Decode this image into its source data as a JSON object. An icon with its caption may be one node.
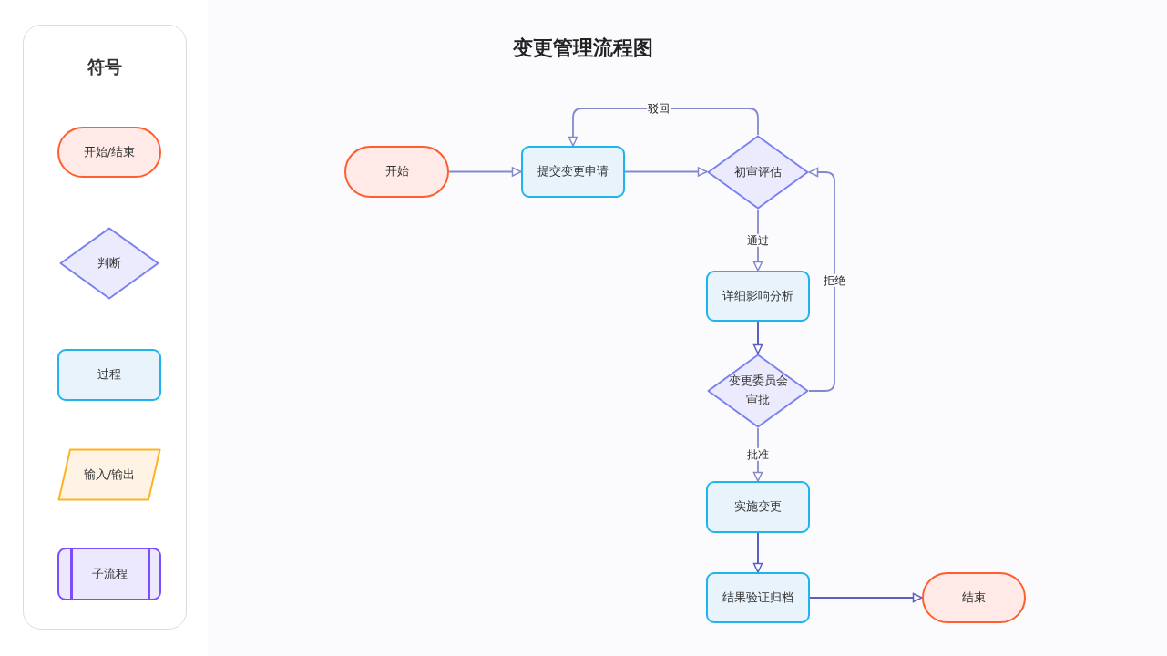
{
  "diagram": {
    "title": "变更管理流程图",
    "nodes": [
      {
        "text": [
          "符号"
        ]
      },
      {
        "text": [
          "开始/结束"
        ],
        "in": 0
      },
      {
        "text": [
          "判断"
        ],
        "in": 0
      },
      {
        "text": [
          "过程"
        ],
        "in": 0
      },
      {
        "text": [
          "输入/输出"
        ],
        "in": 0
      },
      {
        "text": [
          "子流程"
        ],
        "in": 0
      },
      {
        "text": [
          "开始"
        ]
      },
      {
        "text": [
          "提交变更申请"
        ]
      },
      {
        "text": [
          "初审评估"
        ]
      },
      {
        "text": [
          "详细影响分析"
        ]
      },
      {
        "text": [
          "变更委员会审批"
        ]
      },
      {
        "text": [
          "实施变更"
        ]
      },
      {
        "text": [
          "结果验证归档"
        ]
      },
      {
        "text": [
          "结束"
        ]
      }
    ],
    "edges": [
      {
        "from": 6,
        "to": 7,
        "arrow": "to"
      },
      {
        "from": 7,
        "to": 8,
        "arrow": "to"
      },
      {
        "from": 8,
        "to": 7,
        "arrow": "to",
        "label": "驳回"
      },
      {
        "from": 8,
        "to": 9,
        "arrow": "to",
        "label": "通过"
      },
      {
        "from": 9,
        "to": 10,
        "arrow": "to",
        "color": "#5a60c2"
      },
      {
        "from": 10,
        "to": 8,
        "arrow": "to",
        "label": "拒绝"
      },
      {
        "from": 10,
        "to": 11,
        "arrow": "to",
        "label": "批准"
      },
      {
        "from": 11,
        "to": 12,
        "arrow": "to",
        "color": "#5a60c2"
      },
      {
        "from": 12,
        "to": 13,
        "arrow": "to",
        "color": "#5a60c2"
      }
    ]
  }
}
